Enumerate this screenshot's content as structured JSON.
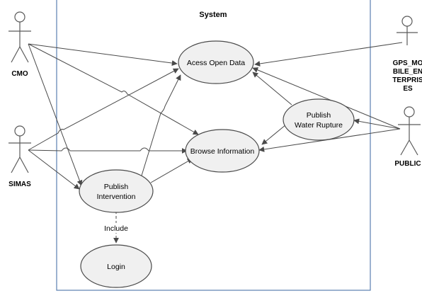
{
  "system": {
    "title": "System"
  },
  "actors": {
    "cmo": {
      "label": "CMO"
    },
    "simas": {
      "label": "SIMAS"
    },
    "gps": {
      "lines": [
        "GPS_MO",
        "BILE_EN",
        "TERPRIS",
        "ES"
      ]
    },
    "public": {
      "label": "PUBLIC"
    }
  },
  "use_cases": {
    "access_open_data": {
      "label": "Acess Open Data"
    },
    "publish_water_rupture": {
      "lines": [
        "Publish",
        "Water Rupture"
      ]
    },
    "browse_information": {
      "label": "Browse Information"
    },
    "publish_intervention": {
      "lines": [
        "Publish",
        "Intervention"
      ]
    },
    "login": {
      "label": "Login"
    }
  },
  "relations": {
    "include_label": "Include"
  }
}
